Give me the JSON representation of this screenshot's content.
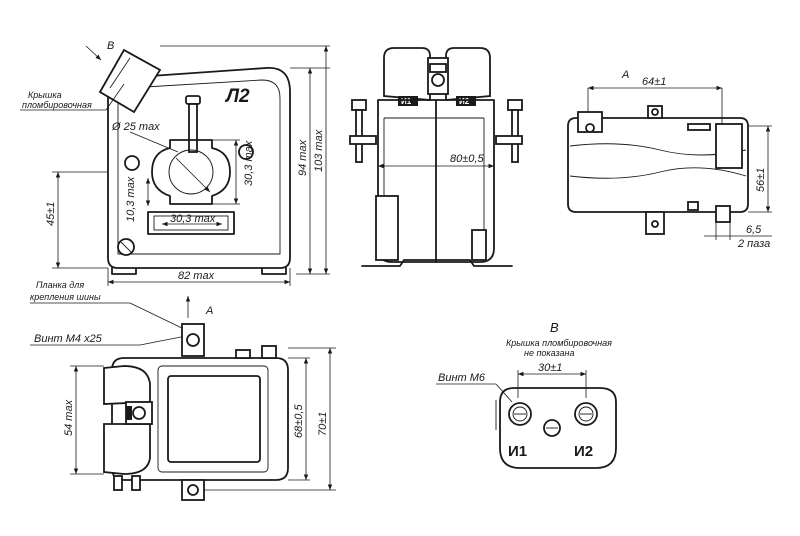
{
  "front_view": {
    "label_l2": "Л2",
    "view_mark_b": "B",
    "seal_cover_line1": "Крышка",
    "seal_cover_line2": "пломбировочная",
    "dim_hole_dia": "Ø 25 max",
    "dim_hole_w": "30,3 max",
    "dim_hole_h": "30,3 max",
    "dim_left": "10,3 max",
    "dim_45": "45±1",
    "dim_82": "82 max",
    "dim_94": "94 max",
    "dim_103": "103 max"
  },
  "side_view": {
    "label_i1": "И1",
    "label_i2": "И2",
    "dim_80": "80±0,5"
  },
  "top_right_view": {
    "view_mark_a": "A",
    "dim_64": "64±1",
    "dim_56": "56±1",
    "dim_65": "6,5",
    "dim_2_grooves": "2 паза"
  },
  "bottom_view": {
    "busbar_plate_line1": "Планка для",
    "busbar_plate_line2": "крепления шины",
    "arrow_a": "A",
    "screw_m4": "Винт М4  х25",
    "dim_54": "54 max",
    "dim_68": "68±0,5",
    "dim_70": "70±1"
  },
  "detail_b": {
    "title": "B",
    "note_line1": "Крышка пломбировочная",
    "note_line2": "не показана",
    "screw_m6": "Винт М6",
    "dim_30": "30±1",
    "label_i1": "И1",
    "label_i2": "И2"
  }
}
